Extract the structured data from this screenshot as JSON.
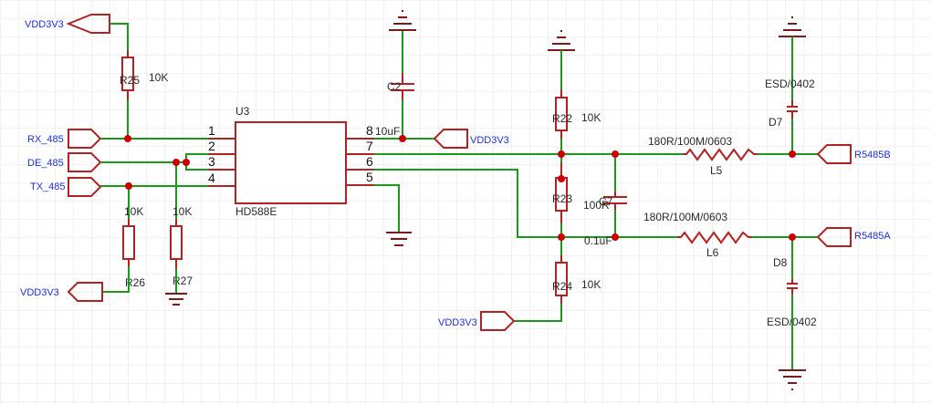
{
  "nets": {
    "vdd_top_left": "VDD3V3",
    "rx": "RX_485",
    "de": "DE_485",
    "tx": "TX_485",
    "vdd_bottom_left": "VDD3V3",
    "vdd_c2": "VDD3V3",
    "vdd_r24": "VDD3V3",
    "r485b": "R5485B",
    "r485a": "R5485A"
  },
  "ic": {
    "ref": "U3",
    "part": "HD588E",
    "pins": [
      "1",
      "2",
      "3",
      "4",
      "5",
      "6",
      "7",
      "8"
    ]
  },
  "components": {
    "r25": {
      "ref": "R25",
      "value": "10K"
    },
    "r26": {
      "ref": "R26",
      "value": "10K"
    },
    "r27": {
      "ref": "R27",
      "value": "10K"
    },
    "c2": {
      "ref": "C2",
      "value": "10uF"
    },
    "r22": {
      "ref": "R22",
      "value": "10K"
    },
    "r23": {
      "ref": "R23",
      "value": "100R"
    },
    "r24": {
      "ref": "R24",
      "value": "10K"
    },
    "c7": {
      "ref": "C7",
      "value": "0.1uF"
    },
    "l5": {
      "ref": "L5",
      "value": "180R/100M/0603"
    },
    "l6": {
      "ref": "L6",
      "value": "180R/100M/0603"
    },
    "d7": {
      "ref": "D7",
      "value": "ESD/0402"
    },
    "d8": {
      "ref": "D8",
      "value": "ESD/0402"
    }
  },
  "colors": {
    "wire": "#1a9a1a",
    "symbol": "#b22222",
    "junction": "#cc0000",
    "net_label": "#1f2fd6",
    "grid": "#e6e6e6"
  }
}
